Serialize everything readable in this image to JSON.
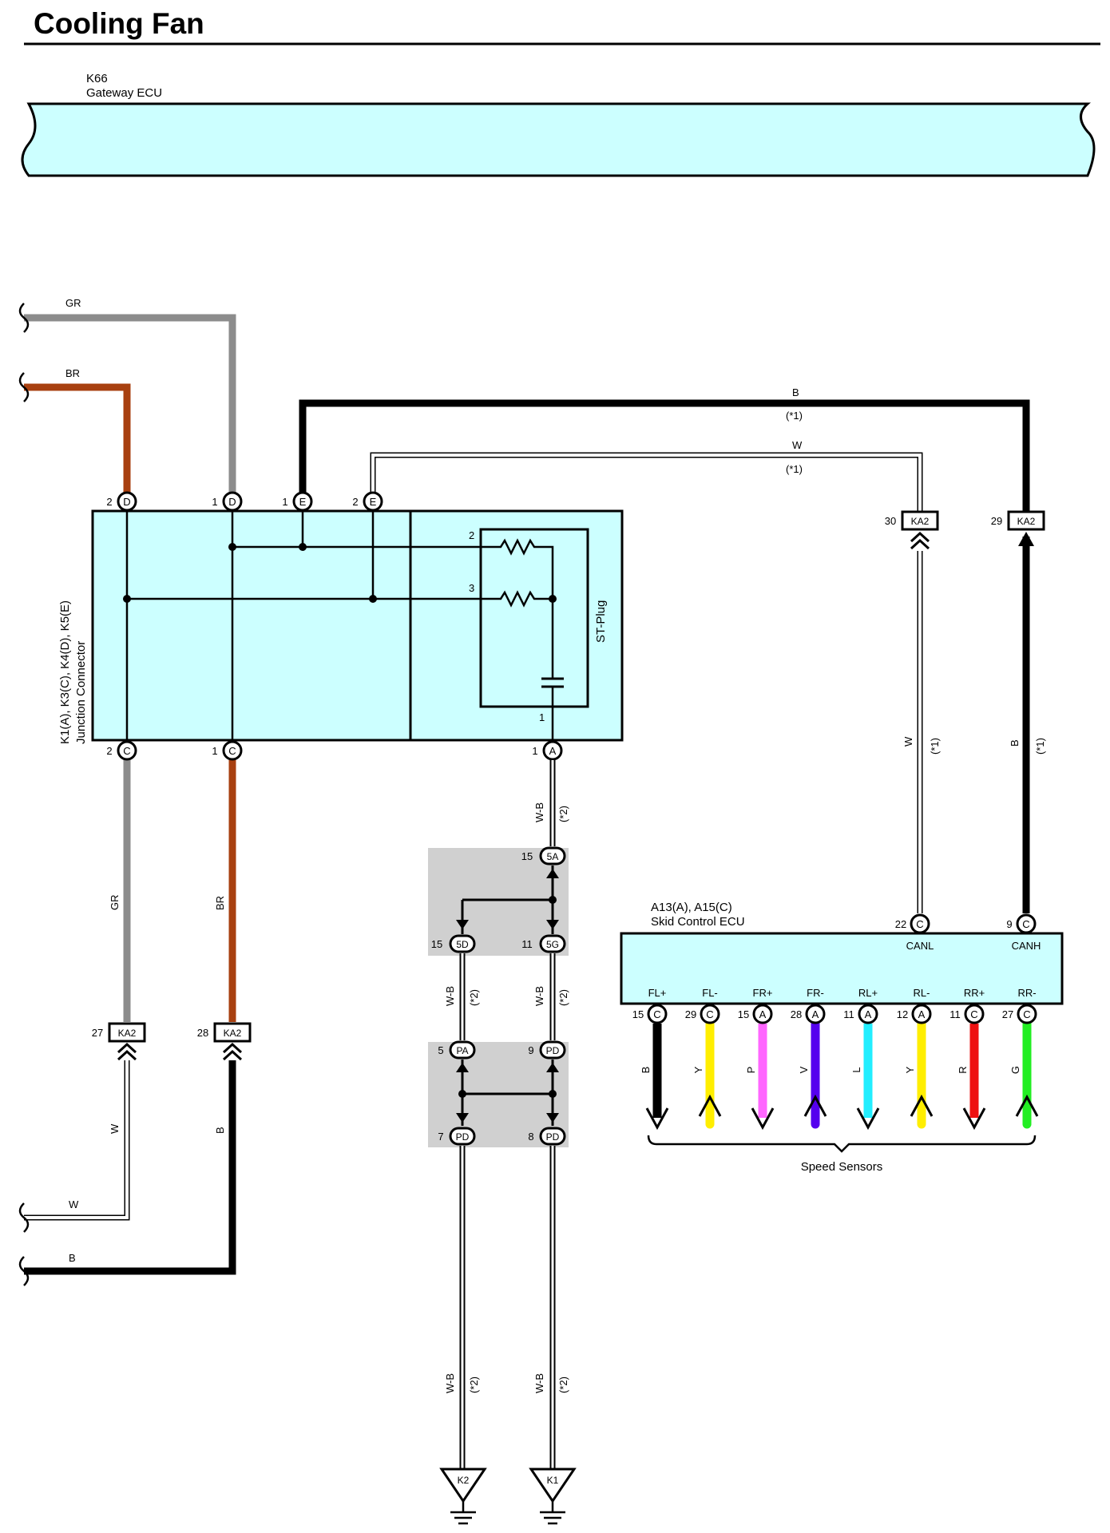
{
  "title": "Cooling Fan",
  "gateway": {
    "code": "K66",
    "name": "Gateway ECU"
  },
  "junction": {
    "codes": "K1(A), K3(C), K4(D), K5(E)",
    "name": "Junction Connector",
    "stplug": "ST-Plug"
  },
  "skid": {
    "codes": "A13(A), A15(C)",
    "name": "Skid Control ECU",
    "canl": "CANL",
    "canh": "CANH"
  },
  "speed_sensors_label": "Speed Sensors",
  "wires": {
    "gr": "GR",
    "br": "BR",
    "b": "B",
    "w": "W",
    "wb": "W-B",
    "note1": "(*1)",
    "note2": "(*2)"
  },
  "junction_pins": {
    "top": [
      {
        "num": "2",
        "letter": "D"
      },
      {
        "num": "1",
        "letter": "D"
      },
      {
        "num": "1",
        "letter": "E"
      },
      {
        "num": "2",
        "letter": "E"
      }
    ],
    "bottom": [
      {
        "num": "2",
        "letter": "C"
      },
      {
        "num": "1",
        "letter": "C"
      },
      {
        "num": "1",
        "letter": "A"
      }
    ],
    "internal": {
      "p2": "2",
      "p3": "3",
      "p1": "1"
    }
  },
  "ka2_connectors": [
    {
      "num": "30",
      "code": "KA2"
    },
    {
      "num": "29",
      "code": "KA2"
    },
    {
      "num": "27",
      "code": "KA2"
    },
    {
      "num": "28",
      "code": "KA2"
    }
  ],
  "skid_top_pins": [
    {
      "num": "22",
      "letter": "C"
    },
    {
      "num": "9",
      "letter": "C"
    }
  ],
  "skid_bottom_pins": [
    {
      "label": "FL+",
      "num": "15",
      "letter": "C",
      "wire": "B",
      "color": "#000000"
    },
    {
      "label": "FL-",
      "num": "29",
      "letter": "C",
      "wire": "Y",
      "color": "#ffee00"
    },
    {
      "label": "FR+",
      "num": "15",
      "letter": "A",
      "wire": "P",
      "color": "#ff66ff"
    },
    {
      "label": "FR-",
      "num": "28",
      "letter": "A",
      "wire": "V",
      "color": "#5500ee"
    },
    {
      "label": "RL+",
      "num": "11",
      "letter": "A",
      "wire": "L",
      "color": "#22eeff"
    },
    {
      "label": "RL-",
      "num": "12",
      "letter": "A",
      "wire": "Y",
      "color": "#ffee00"
    },
    {
      "label": "RR+",
      "num": "11",
      "letter": "C",
      "wire": "R",
      "color": "#ee1111"
    },
    {
      "label": "RR-",
      "num": "27",
      "letter": "C",
      "wire": "G",
      "color": "#22ee22"
    }
  ],
  "splices": [
    {
      "num": "15",
      "code": "5A"
    },
    {
      "num": "15",
      "code": "5D"
    },
    {
      "num": "11",
      "code": "5G"
    },
    {
      "num": "5",
      "code": "PA"
    },
    {
      "num": "9",
      "code": "PD"
    },
    {
      "num": "7",
      "code": "PD"
    },
    {
      "num": "8",
      "code": "PD"
    }
  ],
  "grounds": [
    {
      "code": "K2"
    },
    {
      "code": "K1"
    }
  ],
  "colors": {
    "ecu_fill": "#ccffff",
    "gr": "#8c8c8c",
    "br": "#a84010",
    "splice_bg": "#d0d0d0"
  }
}
